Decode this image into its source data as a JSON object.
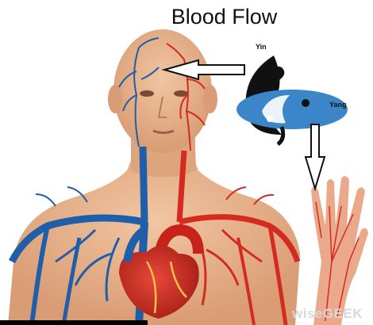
{
  "title": "Blood Flow",
  "labels": {
    "yin": "Yin",
    "yang": "Yang"
  },
  "watermark": "wiseGEEK",
  "colors": {
    "skin": "#e9b48c",
    "skin_shadow": "#c98a63",
    "vein": "#1f5ea8",
    "artery": "#d42a1f",
    "yin": "#111111",
    "yang": "#3b86c9"
  }
}
